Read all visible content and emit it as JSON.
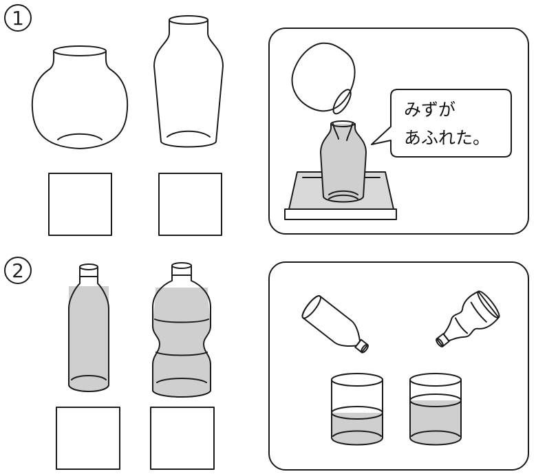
{
  "section1": {
    "number": "1",
    "speech_line1": "みずが",
    "speech_line2": "あふれた。"
  },
  "section2": {
    "number": "2"
  },
  "colors": {
    "liquid": "#cfcfcf",
    "liquid_dark": "#a9a9a9",
    "tray_fill": "#d9d9d9",
    "line": "#1a1a1a"
  }
}
